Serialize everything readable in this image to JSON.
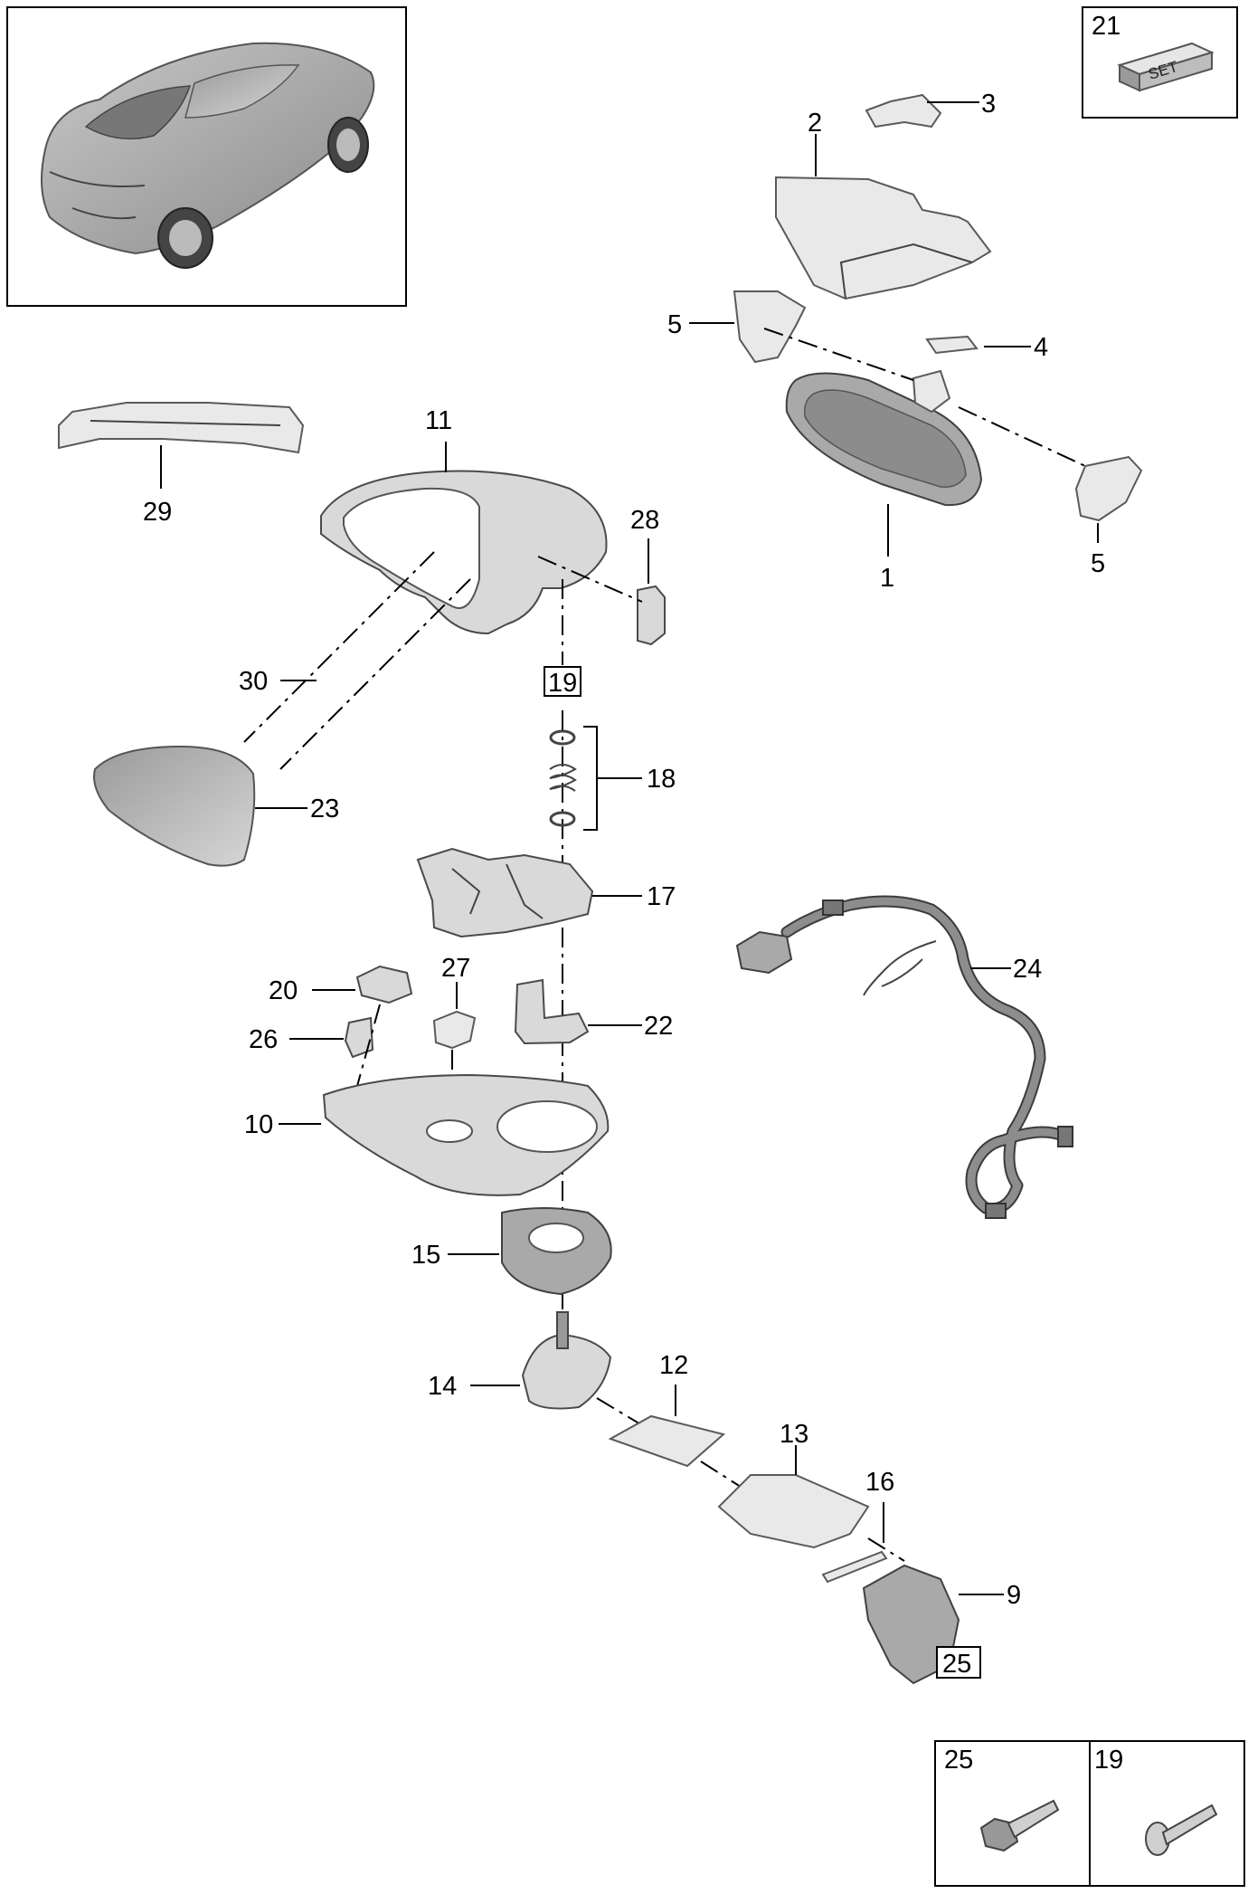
{
  "diagram": {
    "callouts": {
      "p1": "1",
      "p2": "2",
      "p3": "3",
      "p4": "4",
      "p5a": "5",
      "p5b": "5",
      "p9": "9",
      "p10": "10",
      "p11": "11",
      "p12": "12",
      "p13": "13",
      "p14": "14",
      "p15": "15",
      "p16": "16",
      "p17": "17",
      "p18": "18",
      "p19": "19",
      "p20": "20",
      "p21": "21",
      "p22": "22",
      "p23": "23",
      "p24": "24",
      "p25": "25",
      "p26": "26",
      "p27": "27",
      "p28": "28",
      "p29": "29",
      "p30": "30"
    },
    "set_label": "SET",
    "fastener_table": {
      "left_label": "25",
      "right_label": "19"
    }
  }
}
